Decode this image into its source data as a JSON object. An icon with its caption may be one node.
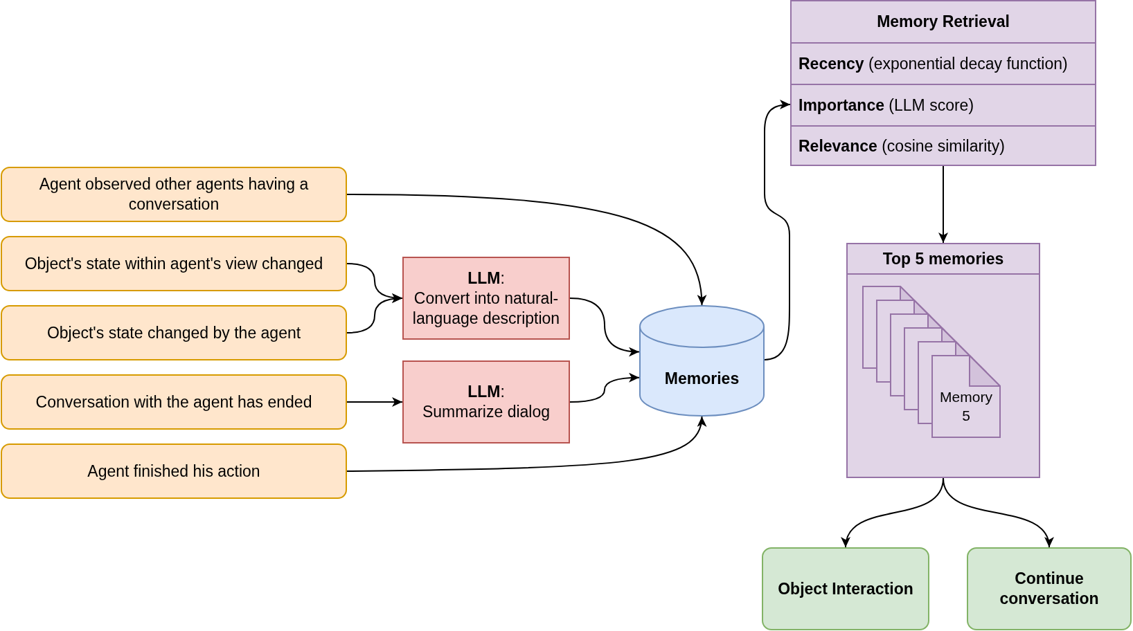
{
  "diagram": {
    "nodes": [
      {
        "text": [
          "Agent observed other agents having a conversation"
        ]
      },
      {
        "text": [
          "Object's state within agent's view changed"
        ]
      },
      {
        "text": [
          "Object's state changed by the agent"
        ]
      },
      {
        "text": [
          "Conversation with the agent has ended"
        ]
      },
      {
        "text": [
          "Agent finished his action"
        ]
      },
      {
        "text": [
          "**LLM**:",
          "Convert into natural-language description"
        ]
      },
      {
        "text": [
          "**LLM**:",
          "Summarize dialog"
        ]
      },
      {
        "text": [
          "Memories"
        ]
      },
      {
        "text": [
          "Memory Retrieval"
        ]
      },
      {
        "text": [
          "**Recency** (exponential decay function)"
        ],
        "in": 8
      },
      {
        "text": [
          "**Importance** (LLM score)"
        ],
        "in": 8
      },
      {
        "text": [
          "**Relevance** (cosine similarity)"
        ],
        "in": 8
      },
      {
        "text": [
          "Top 5 memories"
        ]
      },
      {
        "text": [],
        "shape": "document",
        "in": 12
      },
      {
        "text": [],
        "shape": "document",
        "in": 12
      },
      {
        "text": [],
        "shape": "document",
        "in": 12
      },
      {
        "text": [],
        "shape": "document",
        "in": 12
      },
      {
        "text": [],
        "shape": "document",
        "in": 12
      },
      {
        "text": [
          "Memory 5"
        ],
        "in": 12
      },
      {
        "text": [
          "Object Interaction"
        ]
      },
      {
        "text": [
          "Continue conversation"
        ]
      }
    ],
    "edges": [
      {
        "from": 0,
        "to": 7,
        "arrow": "to"
      },
      {
        "from": 1,
        "to": 5,
        "arrow": "to"
      },
      {
        "from": 2,
        "to": 5,
        "arrow": "to"
      },
      {
        "from": 3,
        "to": 6,
        "arrow": "to"
      },
      {
        "from": 4,
        "to": 7,
        "arrow": "to"
      },
      {
        "from": 5,
        "to": 7,
        "arrow": "to"
      },
      {
        "from": 6,
        "to": 7,
        "arrow": "to"
      },
      {
        "from": 7,
        "to": 10,
        "arrow": "to"
      },
      {
        "from": 8,
        "to": 12,
        "arrow": "to"
      },
      {
        "from": 12,
        "to": 19,
        "arrow": "to"
      },
      {
        "from": 12,
        "to": 20,
        "arrow": "to"
      }
    ]
  }
}
